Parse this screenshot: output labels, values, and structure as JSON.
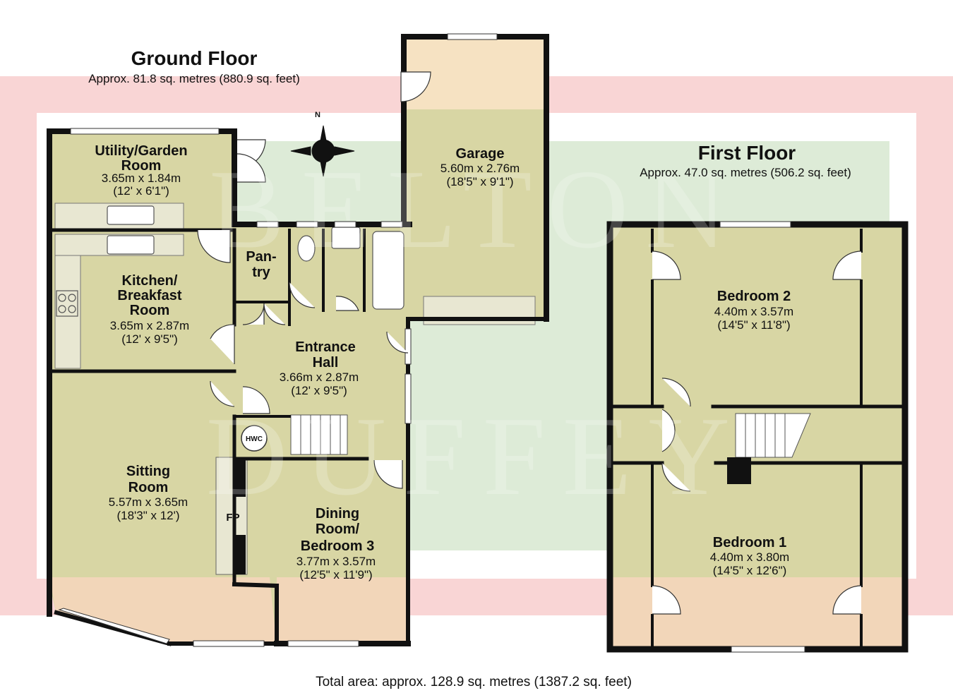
{
  "watermark": {
    "line1": "BELTON",
    "line2": "DUFFEY"
  },
  "colors": {
    "floor": "#d8d6a4",
    "wall": "#111111",
    "band": "#f6b9b9",
    "watermark_green": "#c2d9b8",
    "bay": "#f9e3c5"
  },
  "ground_floor": {
    "title": "Ground Floor",
    "area": "Approx. 81.8 sq. metres (880.9 sq. feet)",
    "rooms": [
      {
        "id": "utility",
        "name_lines": [
          "Utility/Garden",
          "Room"
        ],
        "metric": "3.65m x 1.84m",
        "imperial": "(12' x 6'1\")"
      },
      {
        "id": "garage",
        "name_lines": [
          "Garage"
        ],
        "metric": "5.60m x 2.76m",
        "imperial": "(18'5\" x 9'1\")"
      },
      {
        "id": "kitchen",
        "name_lines": [
          "Kitchen/",
          "Breakfast",
          "Room"
        ],
        "metric": "3.65m x 2.87m",
        "imperial": "(12' x 9'5\")"
      },
      {
        "id": "pantry",
        "name_lines": [
          "Pan-",
          "try"
        ],
        "metric": "",
        "imperial": ""
      },
      {
        "id": "hall",
        "name_lines": [
          "Entrance",
          "Hall"
        ],
        "metric": "3.66m x 2.87m",
        "imperial": "(12' x 9'5\")"
      },
      {
        "id": "sitting",
        "name_lines": [
          "Sitting",
          "Room"
        ],
        "metric": "5.57m x 3.65m",
        "imperial": "(18'3\" x 12')"
      },
      {
        "id": "dining",
        "name_lines": [
          "Dining",
          "Room/",
          "Bedroom 3"
        ],
        "metric": "3.77m x 3.57m",
        "imperial": "(12'5\" x 11'9\")"
      }
    ],
    "labels": {
      "hwc": "HWC",
      "fireplace": "FP",
      "compass_north": "N"
    }
  },
  "first_floor": {
    "title": "First Floor",
    "area": "Approx. 47.0 sq. metres (506.2 sq. feet)",
    "rooms": [
      {
        "id": "bedroom2",
        "name_lines": [
          "Bedroom 2"
        ],
        "metric": "4.40m x 3.57m",
        "imperial": "(14'5\" x 11'8\")"
      },
      {
        "id": "bedroom1",
        "name_lines": [
          "Bedroom 1"
        ],
        "metric": "4.40m x 3.80m",
        "imperial": "(14'5\" x 12'6\")"
      }
    ]
  },
  "total_area": "Total area: approx. 128.9 sq. metres (1387.2 sq. feet)"
}
